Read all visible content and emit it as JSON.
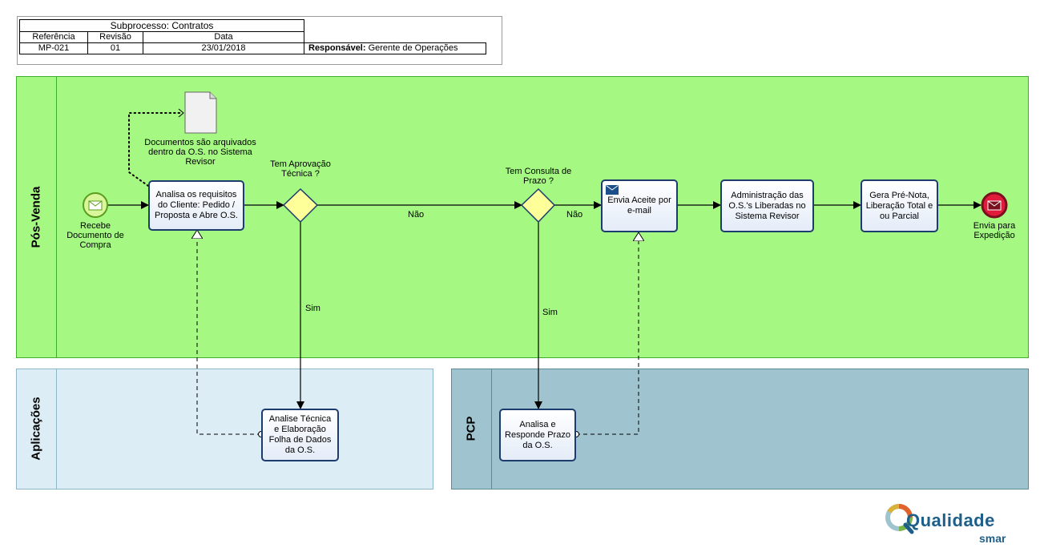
{
  "header": {
    "title": "Subprocesso: Contratos",
    "col_referencia": "Referência",
    "col_revisao": "Revisão",
    "col_data": "Data",
    "referencia": "MP-021",
    "revisao": "01",
    "data": "23/01/2018",
    "responsavel_label": "Responsável:",
    "responsavel_value": " Gerente de Operações"
  },
  "lanes": {
    "pos_venda": "Pós-Venda",
    "aplicacoes": "Aplicações",
    "pcp": "PCP"
  },
  "events": {
    "start": "Recebe Documento de Compra",
    "end": "Envia para Expedição"
  },
  "artifact": {
    "document": "Documentos são arquivados dentro da O.S. no Sistema Revisor"
  },
  "tasks": {
    "analisa_requisitos": "Analisa os requisitos do Cliente: Pedido / Proposta e Abre O.S.",
    "envia_aceite": "Envia Aceite por e-mail",
    "administracao": "Administração das O.S.'s Liberadas no Sistema Revisor",
    "gera_pre_nota": "Gera Pré-Nota, Liberação Total e ou Parcial",
    "analise_tecnica": "Analise Técnica e Elaboração Folha de Dados da O.S.",
    "analisa_prazo": "Analisa e Responde Prazo da O.S."
  },
  "gateways": {
    "aprovacao_tecnica": "Tem Aprovação Técnica ?",
    "consulta_prazo": "Tem Consulta de Prazo ?"
  },
  "flow_labels": {
    "nao_1": "Não",
    "nao_2": "Não",
    "sim_1": "Sim",
    "sim_2": "Sim"
  },
  "logo": {
    "name": "Qualidade",
    "sub": "smar"
  },
  "colors": {
    "pos_venda_lane": "#a5f982",
    "aplicacoes_lane": "#dcedf5",
    "pcp_lane": "#9fc4cf",
    "task_border": "#1c3c6e",
    "gateway_fill": "#ffff99",
    "start_fill": "#d9f79a",
    "end_fill": "#e01b3c"
  },
  "icons": [
    "envelope-icon",
    "document-icon",
    "message-envelope-icon",
    "logo-icon"
  ]
}
